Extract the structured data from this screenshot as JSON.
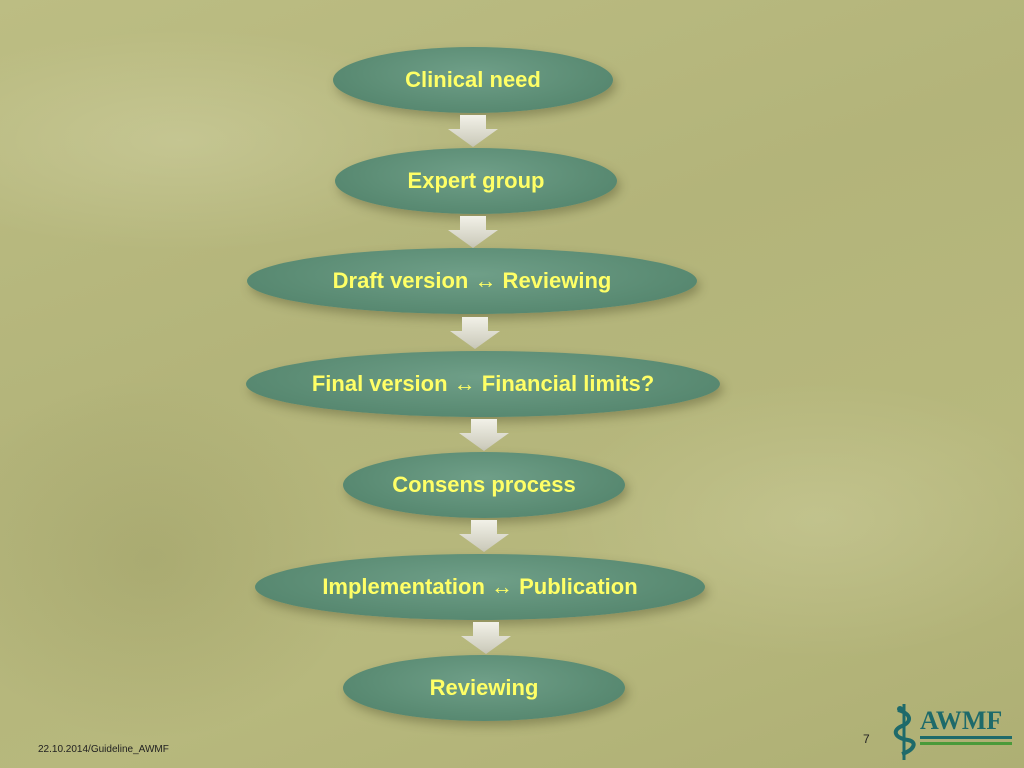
{
  "flow": {
    "steps": [
      {
        "label": "Clinical need"
      },
      {
        "label": "Expert group"
      },
      {
        "label": "Draft version ↔ Reviewing"
      },
      {
        "label": "Final version ↔ Financial limits?"
      },
      {
        "label": "Consens process"
      },
      {
        "label": "Implementation ↔ Publication"
      },
      {
        "label": "Reviewing"
      }
    ]
  },
  "footer": {
    "date_text": "22.10.2014/Guideline_AWMF",
    "page_number": "7"
  },
  "logo": {
    "text": "AWMF"
  },
  "colors": {
    "background": "#b5b67b",
    "node_fill": "#5b8c74",
    "node_text": "#ffff66",
    "arrow": "#e8e6da"
  }
}
